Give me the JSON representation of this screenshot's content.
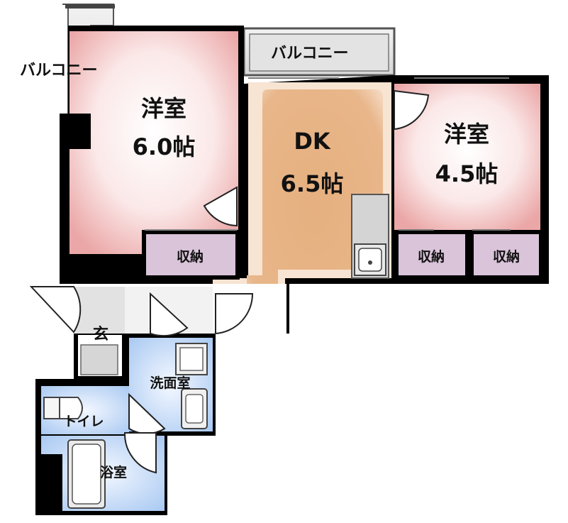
{
  "floorplan": {
    "balcony_left_label": "バルコニー",
    "balcony_top_label": "バルコニー",
    "room_west": {
      "name": "洋室",
      "size": "6.0帖"
    },
    "room_dk": {
      "name": "DK",
      "size": "6.5帖"
    },
    "room_east": {
      "name": "洋室",
      "size": "4.5帖"
    },
    "storage_1": "収納",
    "storage_2": "収納",
    "storage_3": "収納",
    "entrance": "玄",
    "washroom": "洗面室",
    "toilet": "トイレ",
    "bathroom": "浴室",
    "colors": {
      "wall": "#000000",
      "bedroom_center": "#ffffff",
      "bedroom_edge": "#f0b8b8",
      "dk": "#e8b68a",
      "storage": "#dcc8dc",
      "wet_area": "#c4daf5",
      "entrance": "#d8d8d8",
      "balcony": "#e6e6e6"
    }
  }
}
